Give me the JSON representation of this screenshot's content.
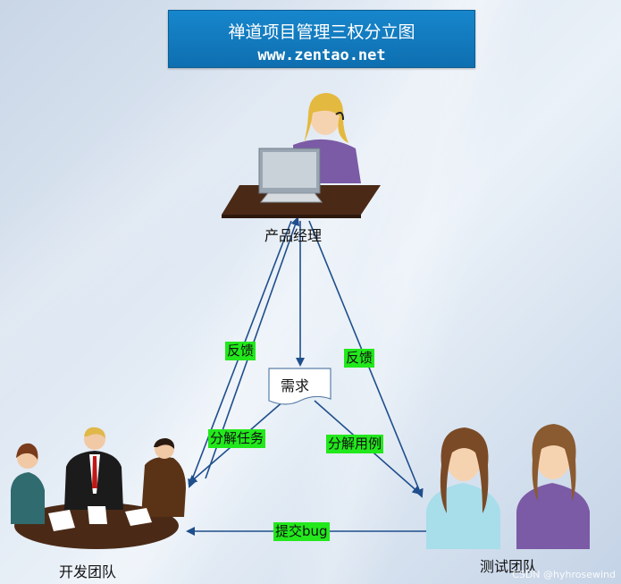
{
  "header": {
    "title": "禅道项目管理三权分立图",
    "url": "www.zentao.net"
  },
  "roles": {
    "product_manager": "产品经理",
    "dev_team": "开发团队",
    "test_team": "测试团队"
  },
  "document": {
    "label": "需求"
  },
  "edges": {
    "feedback_left": "反馈",
    "feedback_right": "反馈",
    "decompose_tasks": "分解任务",
    "decompose_cases": "分解用例",
    "submit_bug": "提交bug"
  },
  "colors": {
    "title_bg": "#1786cc",
    "tag_bg": "#22e81c",
    "arrow": "#1f4e8c"
  },
  "watermark": "CSDN @hyhrosewind"
}
